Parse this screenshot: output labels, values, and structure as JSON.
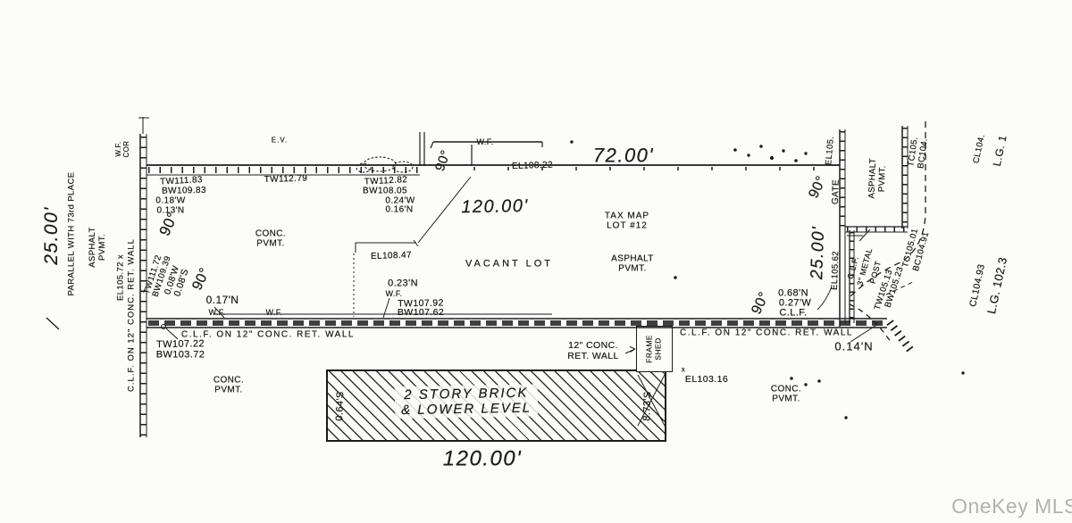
{
  "watermark": "OneKey MLS",
  "dims": {
    "left25": "25.00'",
    "top72": "72.00'",
    "mid120": "120.00'",
    "bottom120": "120.00'",
    "right25": "25.00'"
  },
  "streets": {
    "parallel": "PARALLEL WITH 73rd PLACE"
  },
  "areas": {
    "vacant": "VACANT LOT",
    "taxmap": "TAX MAP\nLOT #12",
    "asphalt": "ASPHALT\nPVMT.",
    "conc": "CONC.\nPVMT.",
    "building": "2 STORY BRICK\n& LOWER LEVEL",
    "shed": "FRAME\nSHED"
  },
  "walls": {
    "clf_ret_wall": "C.L.F. ON 12\" CONC. RET. WALL",
    "ret12": "12\" CONC.\nRET. WALL",
    "metal2": "3\" METAL",
    "metal3": "POST",
    "gate": "GATE"
  },
  "fences": {
    "wf": "W.F.",
    "wf_cor": "W.F.\nCOR",
    "clf": "C.L.F.",
    "ev": "E.V."
  },
  "angles": {
    "ninety": "90°"
  },
  "elevations": {
    "el105_72": "EL105.72 x",
    "el108_22": "EL108.22",
    "el108_47": "EL108.47",
    "el103_16": "EL103.16",
    "el103_16_mark": "x",
    "el105_62": "EL105.62",
    "el105_gate": "EL105.",
    "tc105_top": "TC105.",
    "bc104_top": "BC104.",
    "tc105_01": "TC105.01",
    "bc104_91": "BC104.91",
    "cl104_top": "CL104.",
    "lg_top": "L.G. 1",
    "cl104_93": "CL104.93",
    "lg102_3": "L.G. 102.3"
  },
  "grades": {
    "tw111_83": "TW111.83",
    "bw109_83": "BW109.83",
    "tw112_79": "TW112.79",
    "tw112_82": "TW112.82",
    "bw108_05": "BW108.05",
    "tw111_72": "TW111.72",
    "bw109_39": "BW109.39",
    "tw107_92": "TW107.92",
    "bw107_62": "BW107.62",
    "tw107_22": "TW107.22",
    "bw103_72": "BW103.72",
    "tw105_13": "TW105.13",
    "bw105_23": "BW105.23"
  },
  "offsets": {
    "o018w": "0.18'W",
    "o013n": "0.13'N",
    "o024w": "0.24'W",
    "o016n": "0.16'N",
    "o008w": "0.08'W",
    "o008s": "0.08'S",
    "o017n": "0.17'N",
    "o023n": "0.23'N",
    "o068n": "0.68'N",
    "o027w": "0.27'W",
    "o014n": "0.14'N",
    "o064s": "0.64'S",
    "o873s": "8.73'S"
  }
}
